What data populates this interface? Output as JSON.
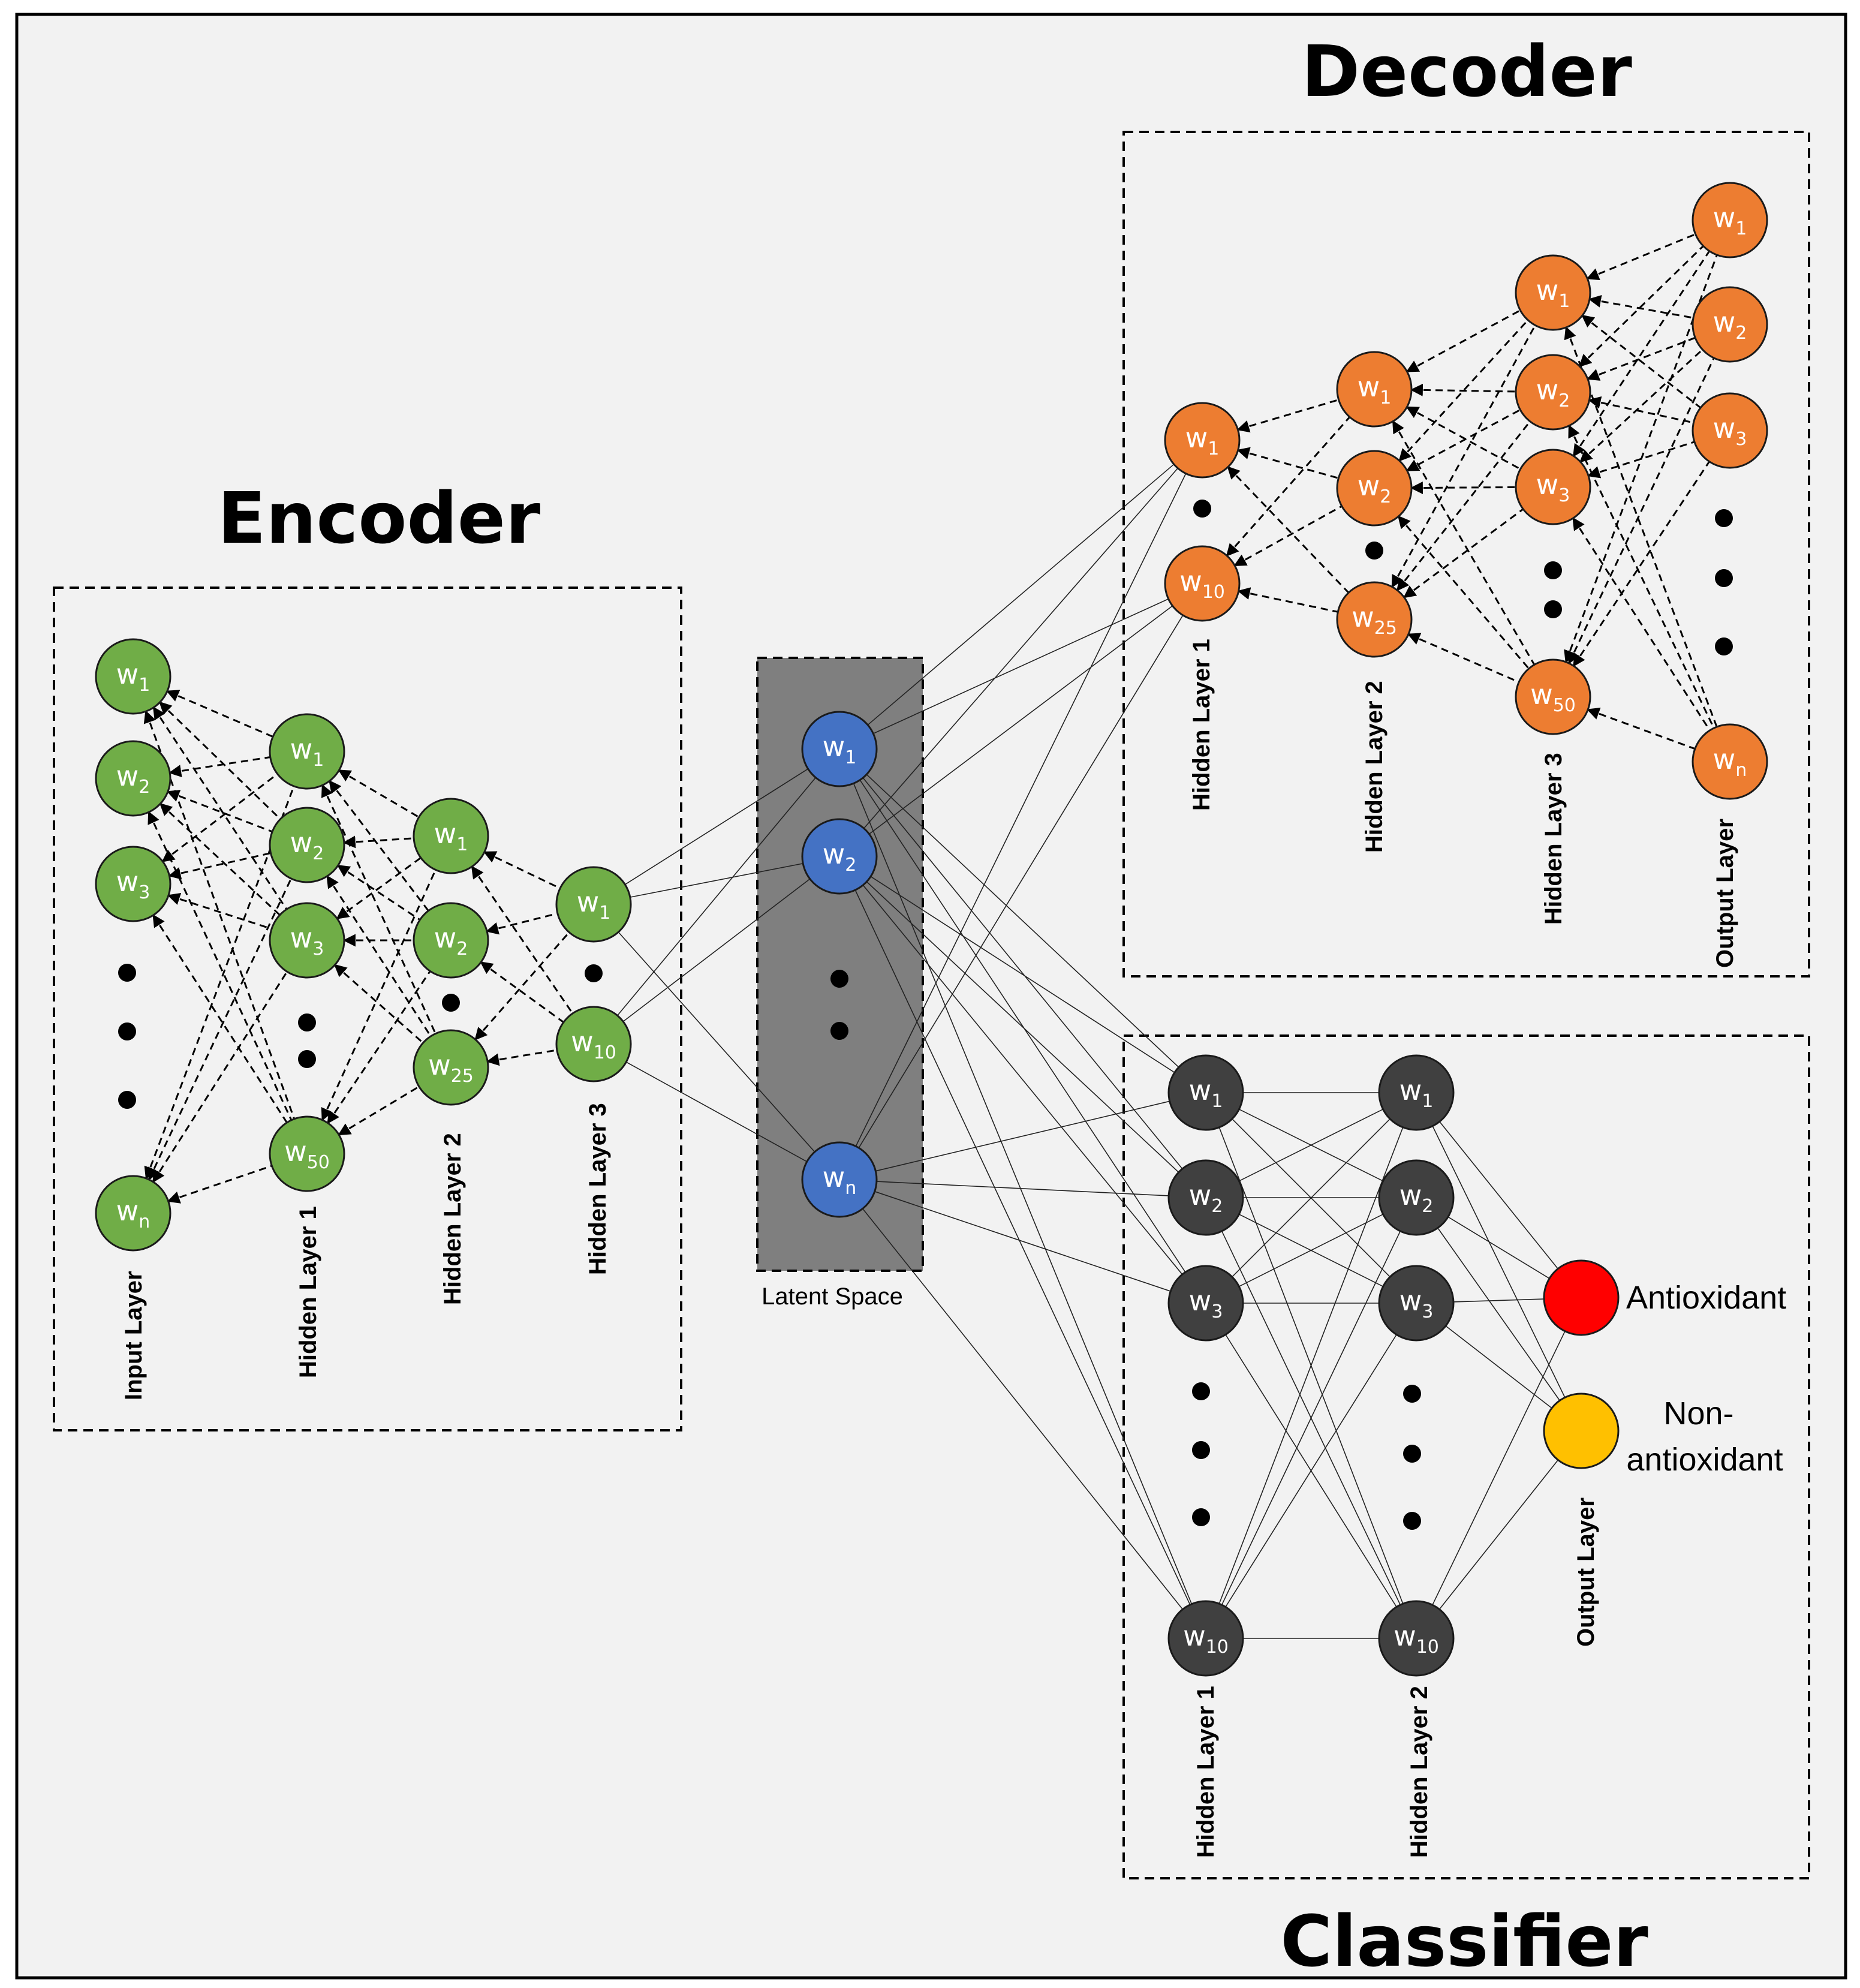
{
  "titles": {
    "encoder": "Encoder",
    "decoder": "Decoder",
    "classifier": "Classifier",
    "latent": "Latent Space"
  },
  "colors": {
    "encoder_node": "#70AD47",
    "latent_node": "#4472C4",
    "decoder_node": "#ED7D31",
    "classifier_node": "#404040",
    "antioxidant": "#FF0000",
    "non_antioxidant": "#FFC000",
    "latent_box": "#7F7F7F",
    "background": "#F2F2F2"
  },
  "node_symbol": "w",
  "encoder": {
    "layers": [
      {
        "label": "Input Layer",
        "nodes": [
          "1",
          "2",
          "3",
          "n"
        ]
      },
      {
        "label": "Hidden Layer 1",
        "nodes": [
          "1",
          "2",
          "3",
          "50"
        ]
      },
      {
        "label": "Hidden Layer 2",
        "nodes": [
          "1",
          "2",
          "25"
        ]
      },
      {
        "label": "Hidden Layer 3",
        "nodes": [
          "1",
          "10"
        ]
      }
    ]
  },
  "latent": {
    "nodes": [
      "1",
      "2",
      "n"
    ]
  },
  "decoder": {
    "layers": [
      {
        "label": "Hidden Layer 1",
        "nodes": [
          "1",
          "10"
        ]
      },
      {
        "label": "Hidden Layer 2",
        "nodes": [
          "1",
          "2",
          "25"
        ]
      },
      {
        "label": "Hidden Layer 3",
        "nodes": [
          "1",
          "2",
          "3",
          "50"
        ]
      },
      {
        "label": "Output Layer",
        "nodes": [
          "1",
          "2",
          "3",
          "n"
        ]
      }
    ]
  },
  "classifier": {
    "layers": [
      {
        "label": "Hidden Layer 1",
        "nodes": [
          "1",
          "2",
          "3",
          "10"
        ]
      },
      {
        "label": "Hidden Layer 2",
        "nodes": [
          "1",
          "2",
          "3",
          "10"
        ]
      },
      {
        "label": "Output Layer"
      }
    ],
    "outputs": {
      "antioxidant": "Antioxidant",
      "non_antioxidant_line1": "Non-",
      "non_antioxidant_line2": "antioxidant"
    }
  }
}
